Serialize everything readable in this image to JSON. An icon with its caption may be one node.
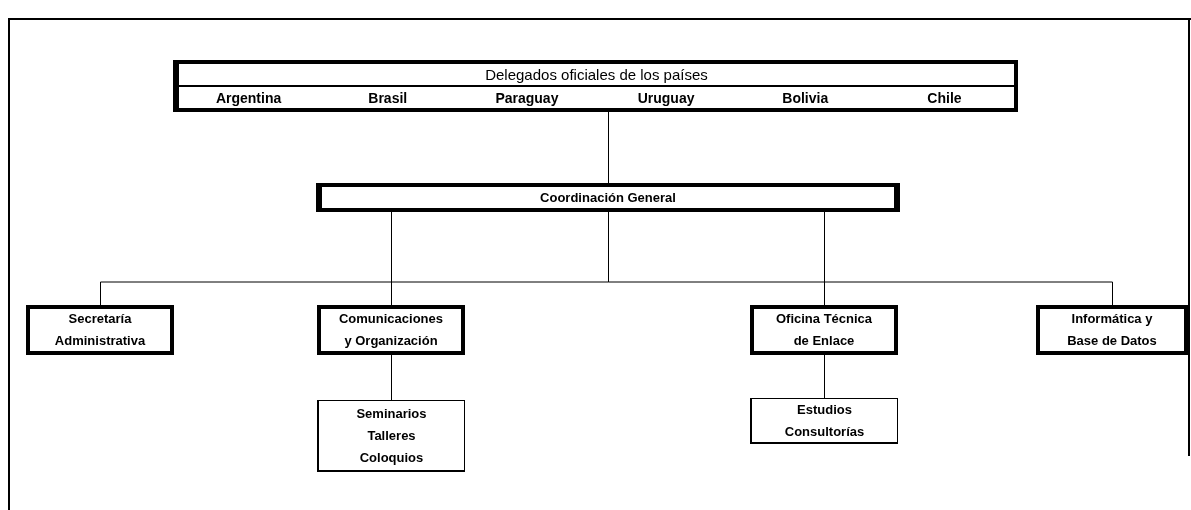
{
  "diagram": {
    "nodes": [
      {
        "text": [
          "Delegados oficiales de los países",
          "Argentina",
          "Brasil",
          "Paraguay",
          "Uruguay",
          "Bolivia",
          "Chile"
        ]
      },
      {
        "text": [
          "Coordinación General"
        ]
      },
      {
        "text": [
          "Secretaría Administrativa"
        ]
      },
      {
        "text": [
          "Comunicaciones y Organización"
        ]
      },
      {
        "text": [
          "Oficina Técnica de Enlace"
        ]
      },
      {
        "text": [
          "Informática y Base de Datos"
        ]
      },
      {
        "text": [
          "Seminarios",
          "Talleres",
          "Coloquios"
        ]
      },
      {
        "text": [
          "Estudios",
          "Consultorías"
        ]
      }
    ],
    "edges": [
      {
        "from": 0,
        "to": 1,
        "arrow": "none"
      },
      {
        "from": 1,
        "to": 2,
        "arrow": "none"
      },
      {
        "from": 1,
        "to": 3,
        "arrow": "none"
      },
      {
        "from": 1,
        "to": 4,
        "arrow": "none"
      },
      {
        "from": 1,
        "to": 5,
        "arrow": "none"
      },
      {
        "from": 3,
        "to": 6,
        "arrow": "none"
      },
      {
        "from": 4,
        "to": 7,
        "arrow": "none"
      }
    ]
  }
}
